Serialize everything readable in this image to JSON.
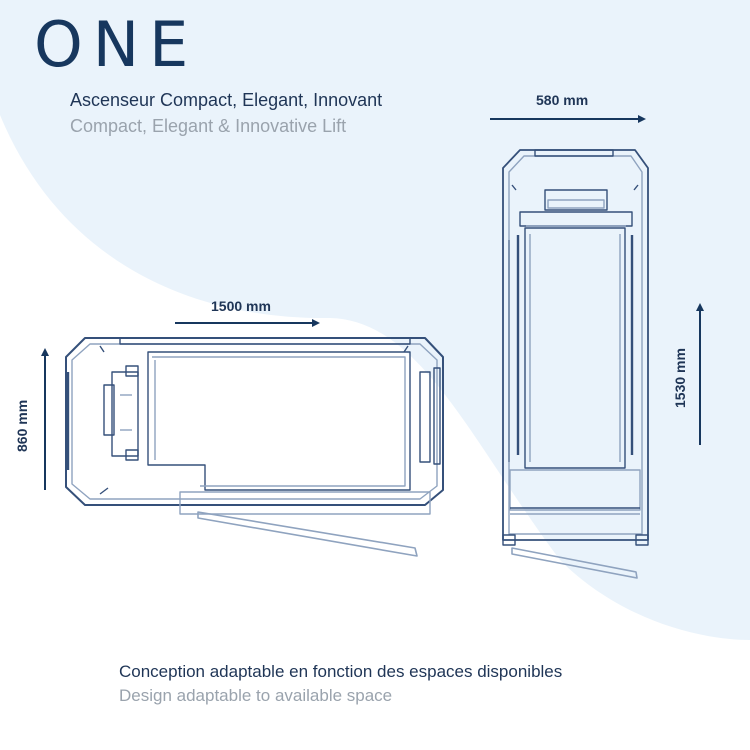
{
  "brand": {
    "logo_text": "ONE"
  },
  "header": {
    "title_fr": "Ascenseur Compact, Elegant, Innovant",
    "title_en": "Compact, Elegant & Innovative Lift"
  },
  "dimensions": {
    "width_top": "580 mm",
    "length_plan": "1500 mm",
    "depth_plan": "860 mm",
    "height_side": "1530 mm"
  },
  "footer": {
    "caption_fr": "Conception adaptable en fonction des espaces disponibles",
    "caption_en": "Design adaptable to available space"
  },
  "colors": {
    "navy": "#17375e",
    "line": "#35507a",
    "light_line": "#8fa3bf",
    "background_blue": "#eaf3fb"
  }
}
